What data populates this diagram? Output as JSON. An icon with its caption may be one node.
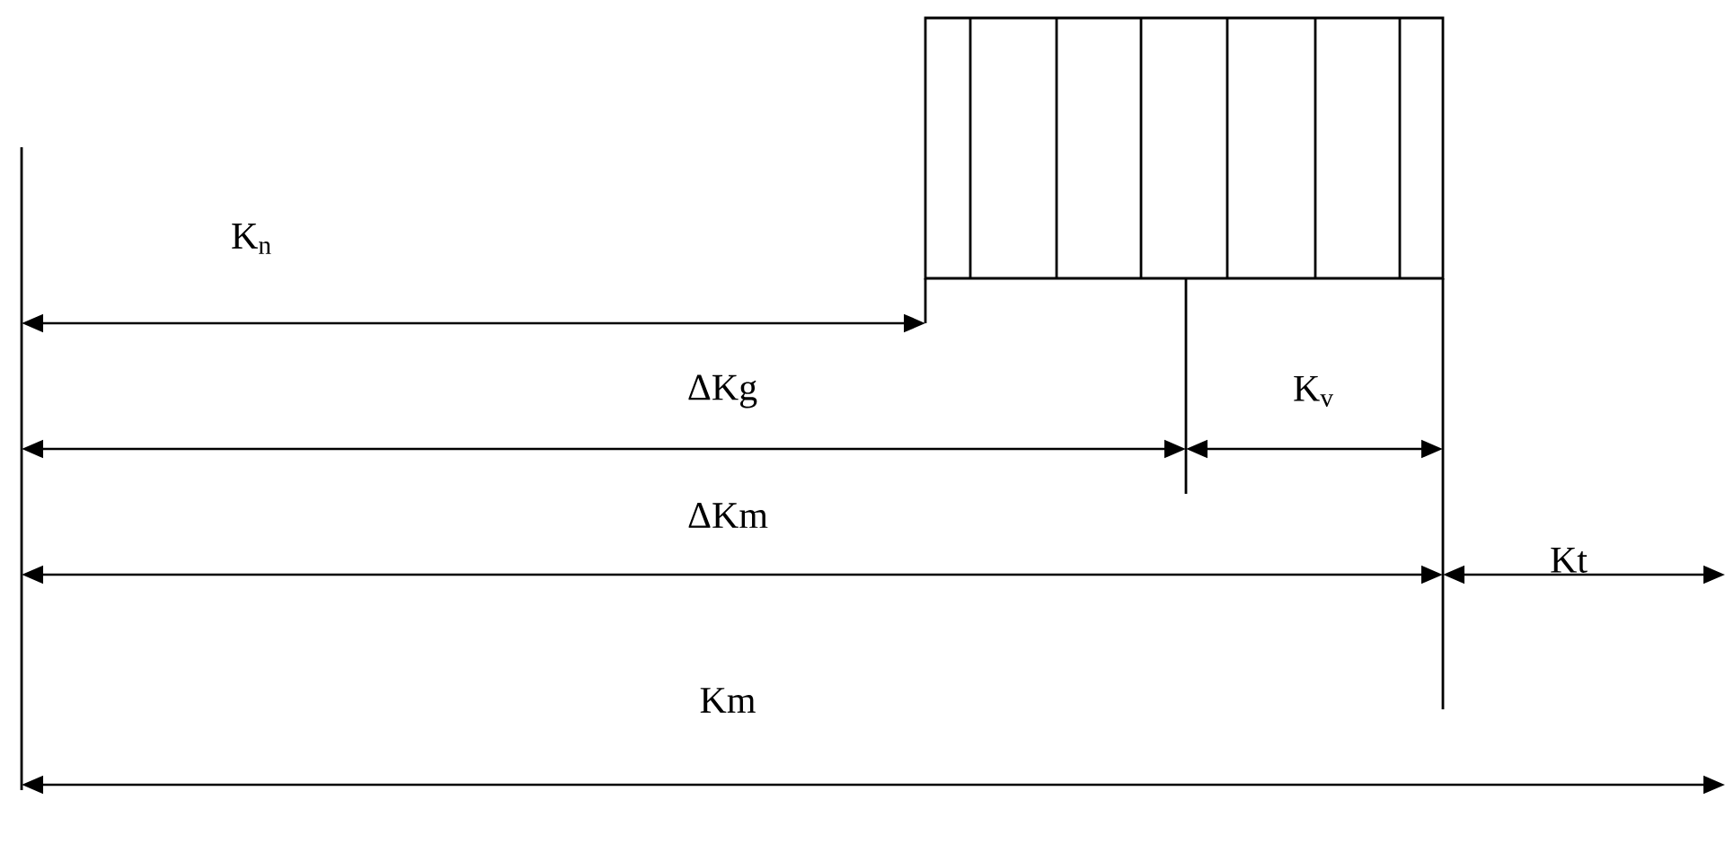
{
  "diagram": {
    "labels": [
      "K$_{n}$",
      "ΔKg",
      "K$_{v}$",
      "ΔKm",
      "Kt",
      "Km"
    ]
  }
}
